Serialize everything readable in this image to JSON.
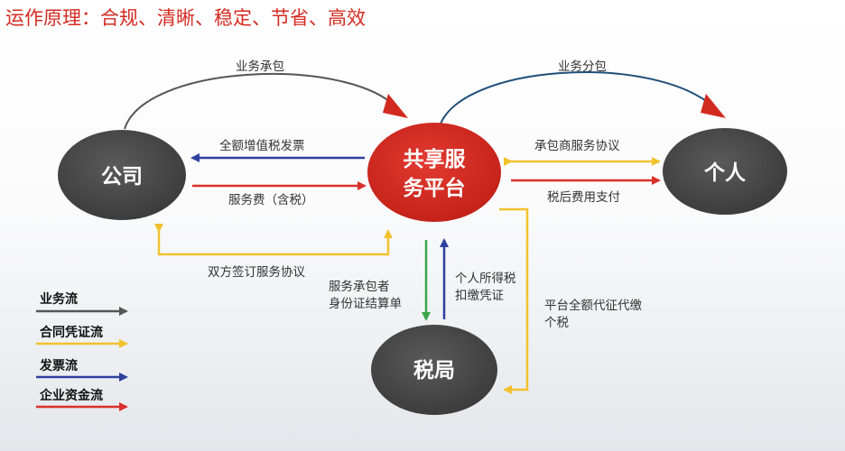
{
  "title": "运作原理：合规、清晰、稳定、节省、高效",
  "nodes": {
    "company": "公司",
    "platform_line1": "共享服",
    "platform_line2": "务平台",
    "individual": "个人",
    "tax_bureau": "税局"
  },
  "edges": {
    "business_contract": "业务承包",
    "business_subcontract": "业务分包",
    "vat_invoice": "全额增值税发票",
    "service_fee": "服务费（含税）",
    "contractor_agreement": "承包商服务协议",
    "after_tax_payment": "税后费用支付",
    "bilateral_agreement": "双方签订服务协议",
    "contractor_id_line1": "服务承包者",
    "contractor_id_line2": "身份证结算单",
    "pit_line1": "个人所得税",
    "pit_line2": "扣缴凭证",
    "platform_tax_line1": "平台全额代征代缴",
    "platform_tax_line2": "个税"
  },
  "legend": {
    "business_flow": "业务流",
    "contract_flow": "合同凭证流",
    "invoice_flow": "发票流",
    "capital_flow": "企业资金流"
  },
  "colors": {
    "title": "#d42b21",
    "business": "#555555",
    "business_right": "#1f4e79",
    "contract": "#f2c12e",
    "invoice": "#2f3f9e",
    "capital": "#d9302a",
    "green": "#3aa84a",
    "node_dark": "#4a4a4a",
    "node_red": "#d22a21"
  }
}
